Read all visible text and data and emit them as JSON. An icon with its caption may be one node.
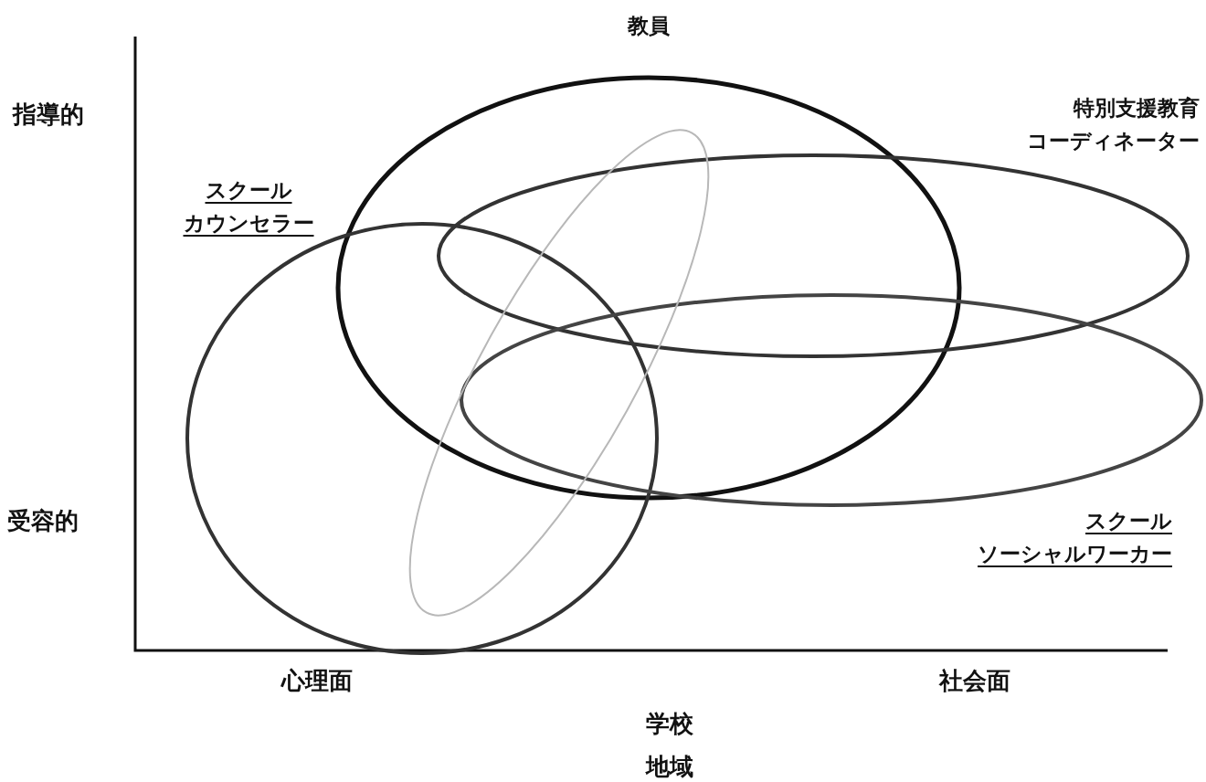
{
  "diagram": {
    "nodes": [
      {
        "text": [
          "教員"
        ]
      },
      {
        "text": [
          "特別支援教育コーディネーター"
        ]
      },
      {
        "text": [
          "スクールカウンセラー"
        ]
      },
      {
        "text": [
          "スクールソーシャルワーカー"
        ]
      },
      {
        "text": [],
        "shape": "ellipse"
      }
    ],
    "labels": [
      "指導的",
      "受容的",
      "心理面",
      "社会面",
      "学校",
      "地域"
    ]
  }
}
